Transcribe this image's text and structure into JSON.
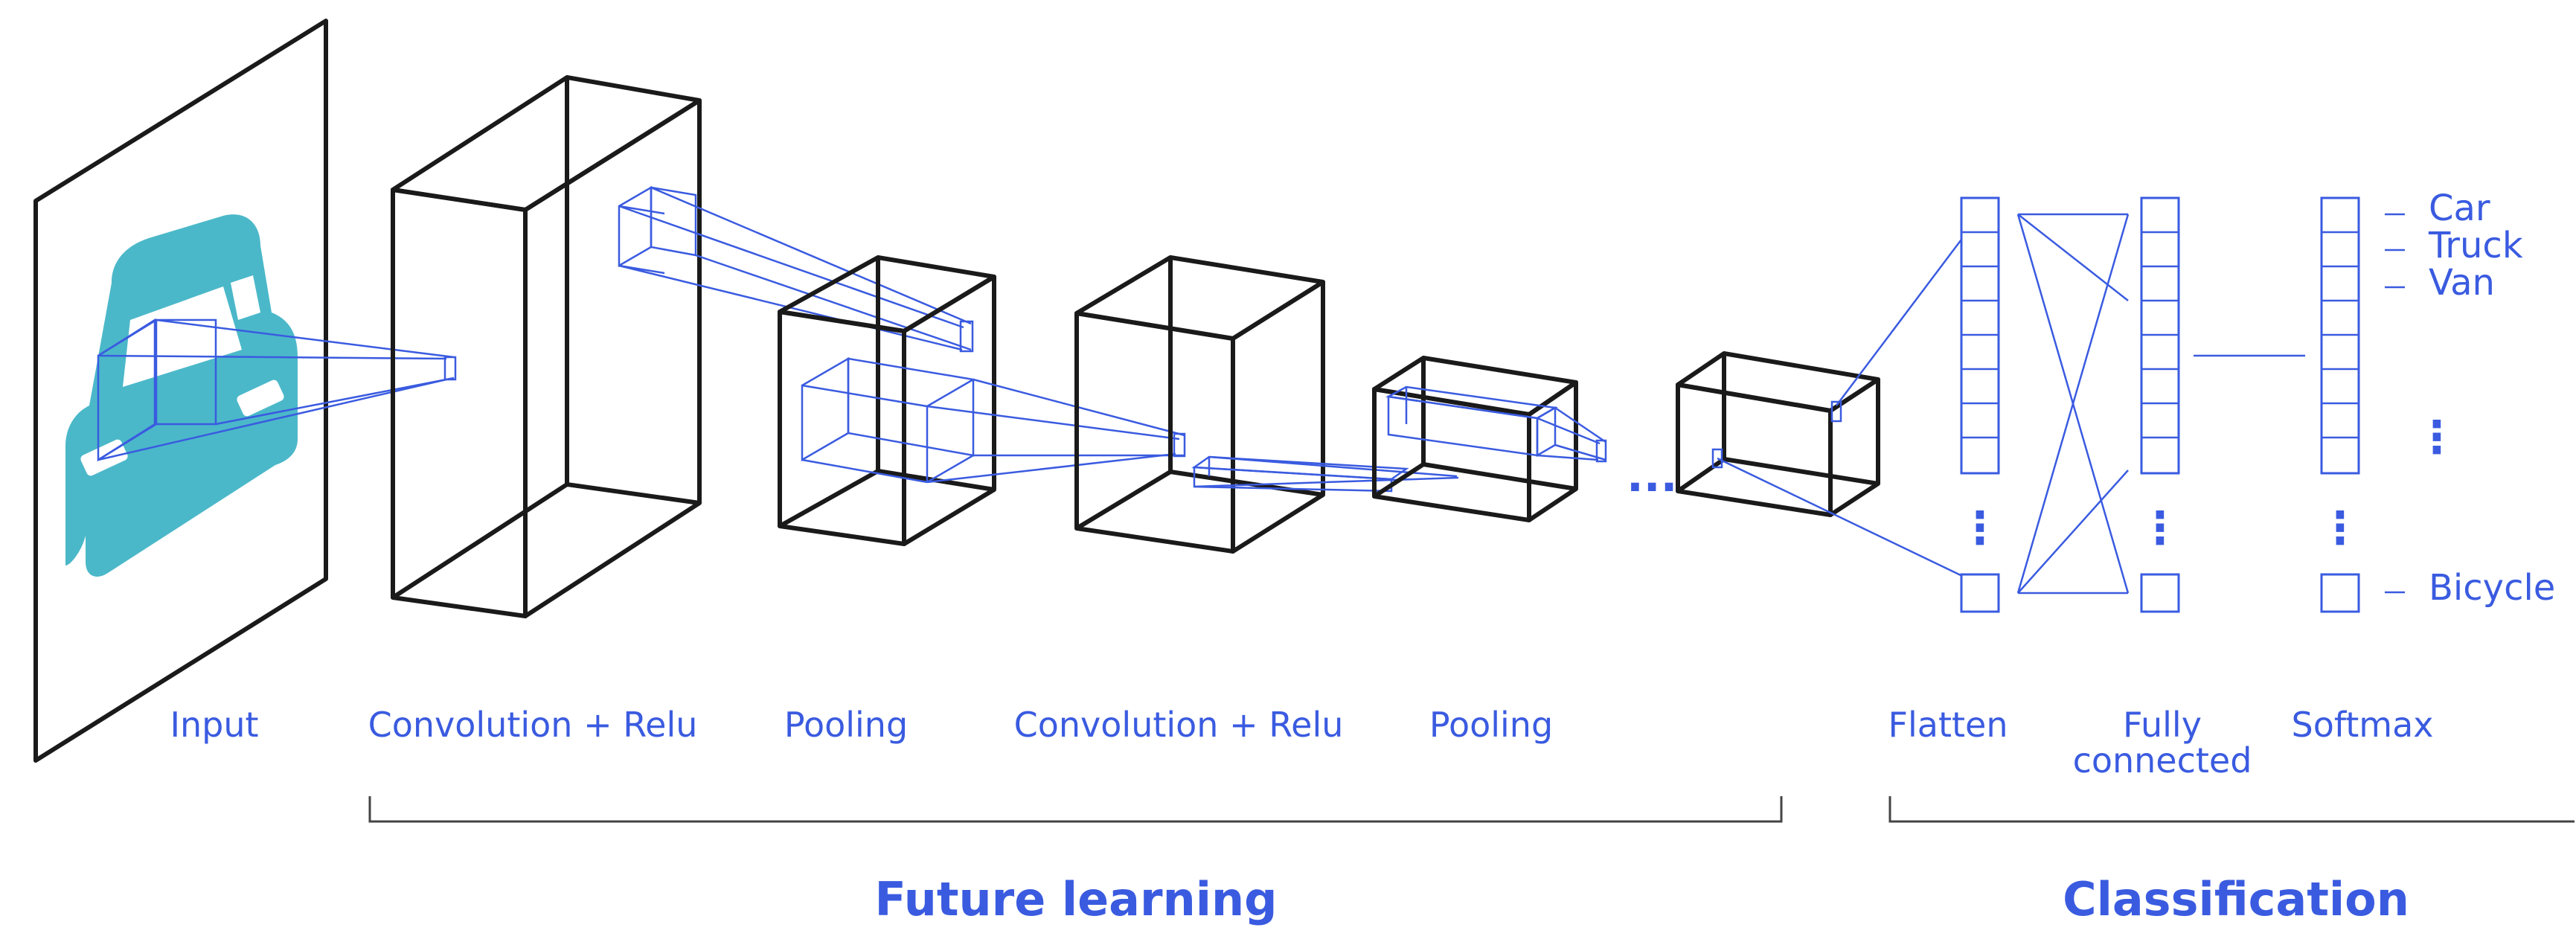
{
  "stages": {
    "input": "Input",
    "conv1": "Convolution + Relu",
    "pool1": "Pooling",
    "conv2": "Convolution + Relu",
    "pool2": "Pooling",
    "flatten": "Flatten",
    "fully_connected_line1": "Fully",
    "fully_connected_line2": "connected",
    "softmax": "Softmax"
  },
  "ellipsis": "...",
  "vertical_ellipsis": "⋮",
  "classes": [
    "Car",
    "Truck",
    "Van",
    "Bicycle"
  ],
  "sections": {
    "feature": "Future learning",
    "classification": "Classification"
  },
  "colors": {
    "accent": "#3a5be0",
    "outline": "#1a1a1a",
    "input_image": "#4bb8c9"
  },
  "icons": {
    "input_image": "car-icon"
  }
}
